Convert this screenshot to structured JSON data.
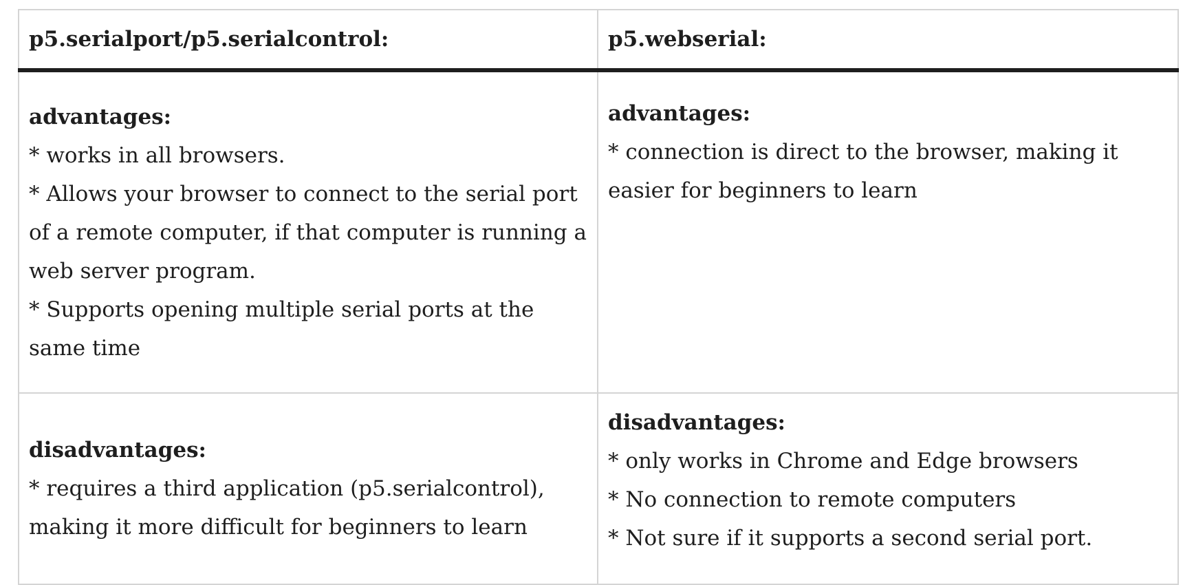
{
  "table": {
    "headers": [
      "p5.serialport/p5.serialcontrol:",
      "p5.webserial:"
    ],
    "rows": [
      {
        "left": {
          "heading": "advantages:",
          "items": [
            "works in all browsers.",
            "Allows your browser to connect to the serial port of a remote computer, if that computer is running a web server program.",
            "Supports opening multiple serial ports at the same time"
          ]
        },
        "right": {
          "heading": "advantages:",
          "items": [
            "connection is direct to the browser, making it easier for beginners to learn"
          ]
        }
      },
      {
        "left": {
          "heading": "disadvantages:",
          "items": [
            "requires a third application (p5.serialcontrol), making it more difficult for beginners to learn"
          ]
        },
        "right": {
          "heading": "disadvantages:",
          "items": [
            "only works in Chrome and Edge browsers",
            "No connection to remote computers",
            "Not sure if it supports a second serial port."
          ]
        }
      }
    ]
  }
}
